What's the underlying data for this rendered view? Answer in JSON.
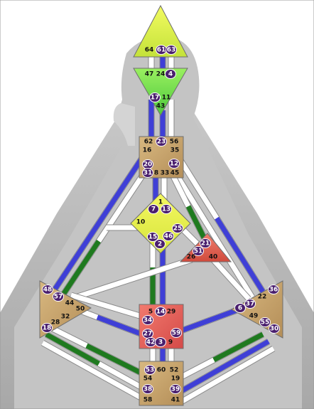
{
  "colors": {
    "background_outer": "#ffffff",
    "silhouette": "#bdbdbd",
    "channel_white": "#ffffff",
    "channel_blue": "#3f3fd6",
    "channel_green": "#1f7a1f",
    "head": "#d8f04a",
    "ajna": "#5fd94b",
    "throat": "#c8a56a",
    "g_center": "#e8f04a",
    "heart": "#e05a4a",
    "sacral": "#e05555",
    "spleen": "#c8a56a",
    "solar_plexus": "#c8a56a",
    "root": "#c8a56a",
    "active_gate": "#4a1f6e"
  },
  "centers": {
    "head": {
      "gates": [
        {
          "n": "64",
          "active": false
        },
        {
          "n": "61",
          "active": true
        },
        {
          "n": "63",
          "active": true
        }
      ]
    },
    "ajna": {
      "gates": [
        {
          "n": "47",
          "active": false
        },
        {
          "n": "24",
          "active": false
        },
        {
          "n": "4",
          "active": true
        },
        {
          "n": "17",
          "active": true
        },
        {
          "n": "11",
          "active": false
        },
        {
          "n": "43",
          "active": false
        }
      ]
    },
    "throat": {
      "gates": [
        {
          "n": "62",
          "active": false
        },
        {
          "n": "23",
          "active": true
        },
        {
          "n": "56",
          "active": false
        },
        {
          "n": "16",
          "active": false
        },
        {
          "n": "35",
          "active": false
        },
        {
          "n": "20",
          "active": true
        },
        {
          "n": "12",
          "active": true
        },
        {
          "n": "31",
          "active": true
        },
        {
          "n": "8",
          "active": false
        },
        {
          "n": "33",
          "active": false
        },
        {
          "n": "45",
          "active": false
        }
      ]
    },
    "g": {
      "gates": [
        {
          "n": "1",
          "active": false
        },
        {
          "n": "7",
          "active": true
        },
        {
          "n": "13",
          "active": true
        },
        {
          "n": "10",
          "active": false
        },
        {
          "n": "25",
          "active": true
        },
        {
          "n": "15",
          "active": true
        },
        {
          "n": "46",
          "active": true
        },
        {
          "n": "2",
          "active": true
        }
      ]
    },
    "heart": {
      "gates": [
        {
          "n": "21",
          "active": true
        },
        {
          "n": "51",
          "active": true
        },
        {
          "n": "26",
          "active": false
        },
        {
          "n": "40",
          "active": false
        }
      ]
    },
    "spleen": {
      "gates": [
        {
          "n": "48",
          "active": true
        },
        {
          "n": "57",
          "active": true
        },
        {
          "n": "44",
          "active": false
        },
        {
          "n": "50",
          "active": false
        },
        {
          "n": "32",
          "active": false
        },
        {
          "n": "28",
          "active": false
        },
        {
          "n": "18",
          "active": true
        }
      ]
    },
    "sacral": {
      "gates": [
        {
          "n": "5",
          "active": false
        },
        {
          "n": "14",
          "active": true
        },
        {
          "n": "29",
          "active": false
        },
        {
          "n": "34",
          "active": true
        },
        {
          "n": "27",
          "active": true
        },
        {
          "n": "59",
          "active": true
        },
        {
          "n": "42",
          "active": true
        },
        {
          "n": "3",
          "active": true
        },
        {
          "n": "9",
          "active": false
        }
      ]
    },
    "solar_plexus": {
      "gates": [
        {
          "n": "36",
          "active": true
        },
        {
          "n": "22",
          "active": false
        },
        {
          "n": "6",
          "active": true
        },
        {
          "n": "37",
          "active": true
        },
        {
          "n": "49",
          "active": false
        },
        {
          "n": "55",
          "active": true
        },
        {
          "n": "30",
          "active": true
        }
      ]
    },
    "root": {
      "gates": [
        {
          "n": "53",
          "active": true
        },
        {
          "n": "60",
          "active": false
        },
        {
          "n": "52",
          "active": false
        },
        {
          "n": "54",
          "active": false
        },
        {
          "n": "19",
          "active": false
        },
        {
          "n": "38",
          "active": true
        },
        {
          "n": "39",
          "active": true
        },
        {
          "n": "58",
          "active": false
        },
        {
          "n": "41",
          "active": false
        }
      ]
    }
  }
}
